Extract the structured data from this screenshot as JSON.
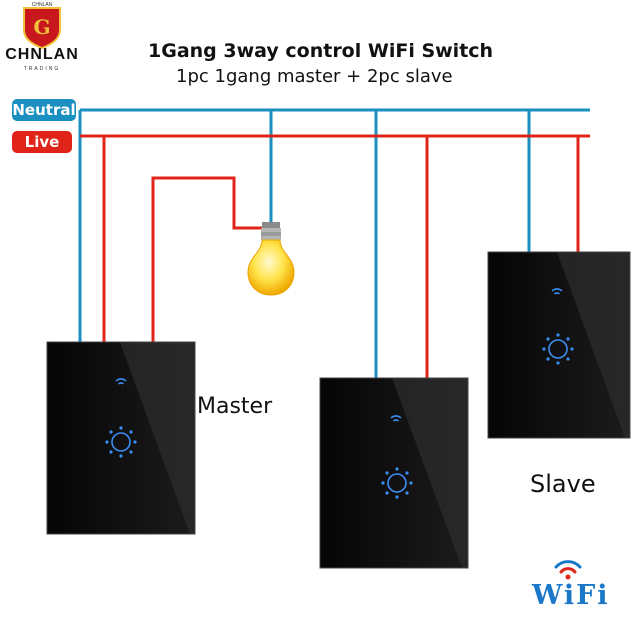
{
  "brand": {
    "tiny": "CHNLAN",
    "name": "CHNLAN",
    "sub": "TRADING"
  },
  "title": "1Gang 3way control WiFi Switch",
  "subtitle": "1pc 1gang master + 2pc slave",
  "tags": {
    "neutral": "Neutral",
    "live": "Live"
  },
  "labels": {
    "master": "Master",
    "slave": "Slave"
  },
  "wifi_logo": "WiFi",
  "colors": {
    "neutral": "#1a8fc0",
    "live": "#e0241a",
    "panel": "#0b0b0b",
    "glow": "#3b8ef5"
  }
}
